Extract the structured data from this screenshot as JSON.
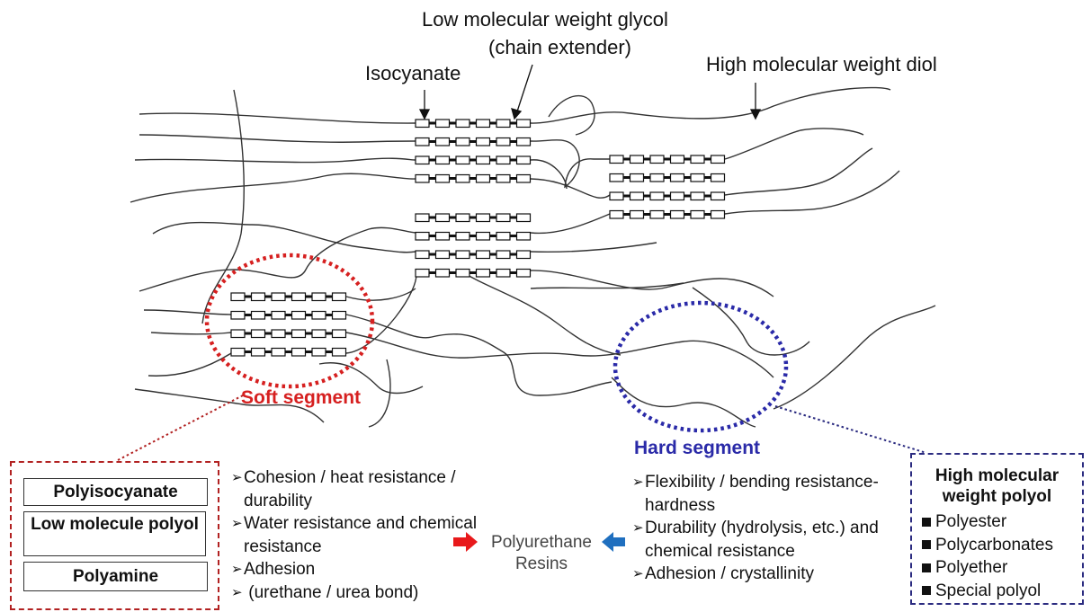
{
  "labels": {
    "glycol_line1": "Low molecular weight glycol",
    "glycol_line2": "(chain extender)",
    "isocyanate": "Isocyanate",
    "diol": "High molecular weight diol"
  },
  "segments": {
    "soft_title": "Soft segment",
    "hard_title": "Hard segment",
    "soft_color": "#d62020",
    "hard_color": "#2a2aa8"
  },
  "left_box": {
    "items": [
      "Polyisocyanate",
      "Low molecule polyol",
      "Polyamine"
    ]
  },
  "left_list": [
    "Cohesion / heat resistance / durability",
    "Water resistance and chemical resistance",
    "Adhesion",
    " (urethane / urea bond)"
  ],
  "center": {
    "line1": "Polyurethane",
    "line2": "Resins",
    "left_arrow_color": "#e8191b",
    "right_arrow_color": "#1f6fbf"
  },
  "right_list": [
    "Flexibility / bending resistance-hardness",
    "Durability (hydrolysis, etc.) and chemical resistance",
    "Adhesion / crystallinity"
  ],
  "right_box": {
    "title": "High molecular weight polyol",
    "items": [
      "Polyester",
      "Polycarbonates",
      "Polyether",
      "Special polyol"
    ]
  }
}
